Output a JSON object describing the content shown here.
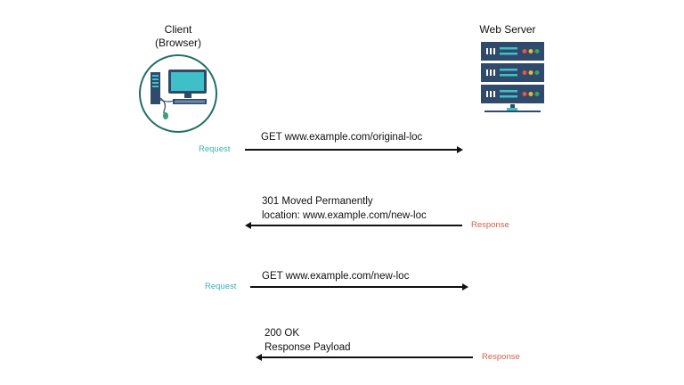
{
  "client": {
    "title_line1": "Client",
    "title_line2": "(Browser)",
    "icon": "computer-icon"
  },
  "server": {
    "title": "Web Server",
    "icon": "server-rack-icon"
  },
  "colors": {
    "request": "#3bb3b3",
    "response": "#d0624f",
    "server_blue": "#2f4a6b",
    "accent_teal": "#3fc0c8"
  },
  "messages": [
    {
      "direction": "request",
      "line1": "GET www.example.com/original-loc",
      "line2": "",
      "tag": "Request"
    },
    {
      "direction": "response",
      "line1": "301 Moved Permanently",
      "line2": "location: www.example.com/new-loc",
      "tag": "Response"
    },
    {
      "direction": "request",
      "line1": "GET  www.example.com/new-loc",
      "line2": "",
      "tag": "Request"
    },
    {
      "direction": "response",
      "line1": "200 OK",
      "line2": "Response Payload",
      "tag": "Response"
    }
  ]
}
